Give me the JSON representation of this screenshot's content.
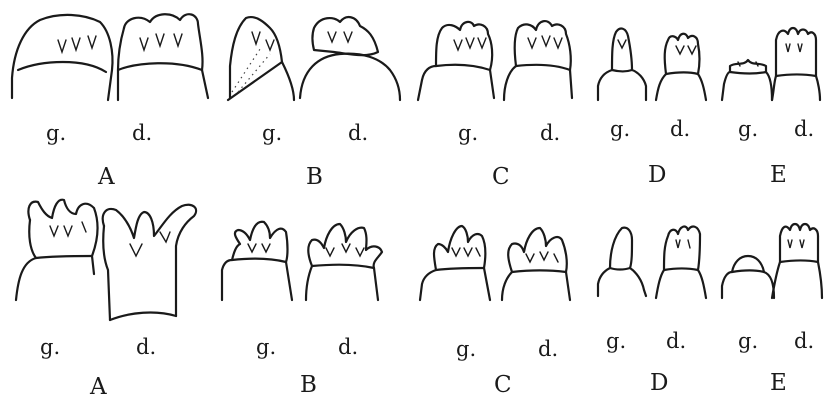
{
  "rows": [
    {
      "pairs": [
        {
          "left": "g.",
          "right": "d.",
          "caption": "A"
        },
        {
          "left": "g.",
          "right": "d.",
          "caption": "B"
        },
        {
          "left": "g.",
          "right": "d.",
          "caption": "C"
        },
        {
          "left": "g.",
          "right": "d.",
          "caption": "D"
        },
        {
          "left": "g.",
          "right": "d.",
          "caption": "E"
        }
      ]
    },
    {
      "pairs": [
        {
          "left": "g.",
          "right": "d.",
          "caption": "A"
        },
        {
          "left": "g.",
          "right": "d.",
          "caption": "B"
        },
        {
          "left": "g.",
          "right": "d.",
          "caption": "C"
        },
        {
          "left": "g.",
          "right": "d.",
          "caption": "D"
        },
        {
          "left": "g.",
          "right": "d.",
          "caption": "E"
        }
      ]
    }
  ]
}
